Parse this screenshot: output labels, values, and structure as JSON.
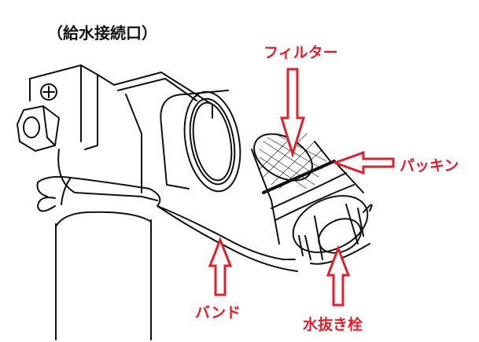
{
  "title_label": "（給水接続口）",
  "labels": {
    "filter": "フィルター",
    "packing": "パッキン",
    "band": "バンド",
    "drain_plug": "水抜き栓"
  },
  "colors": {
    "label_red": "#e0202a",
    "line": "#111111"
  }
}
